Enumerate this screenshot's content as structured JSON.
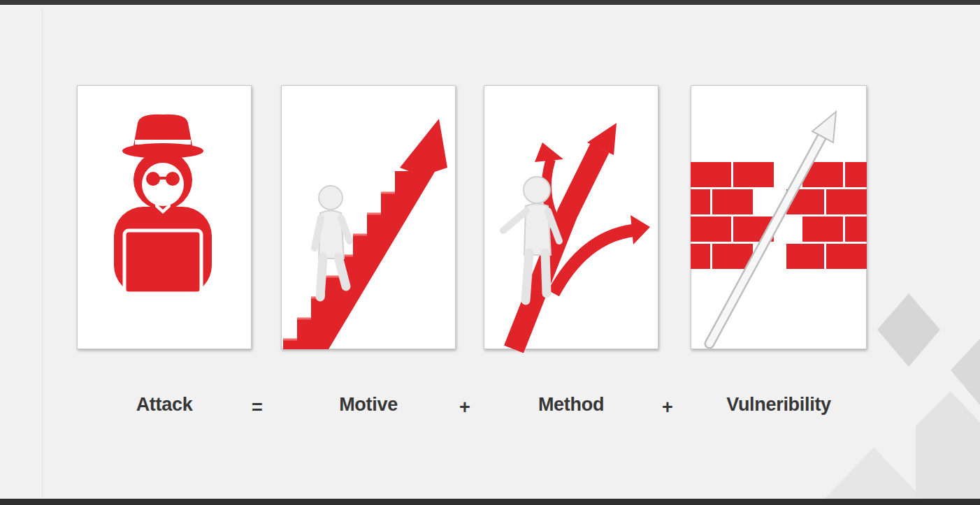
{
  "diagram": {
    "nodes": [
      {
        "text": [
          "Attack"
        ]
      },
      {
        "text": [
          "Motive"
        ]
      },
      {
        "text": [
          "Method"
        ]
      },
      {
        "text": [
          "Vulneribility"
        ]
      }
    ],
    "labels": [
      "=",
      "+",
      "+"
    ]
  }
}
